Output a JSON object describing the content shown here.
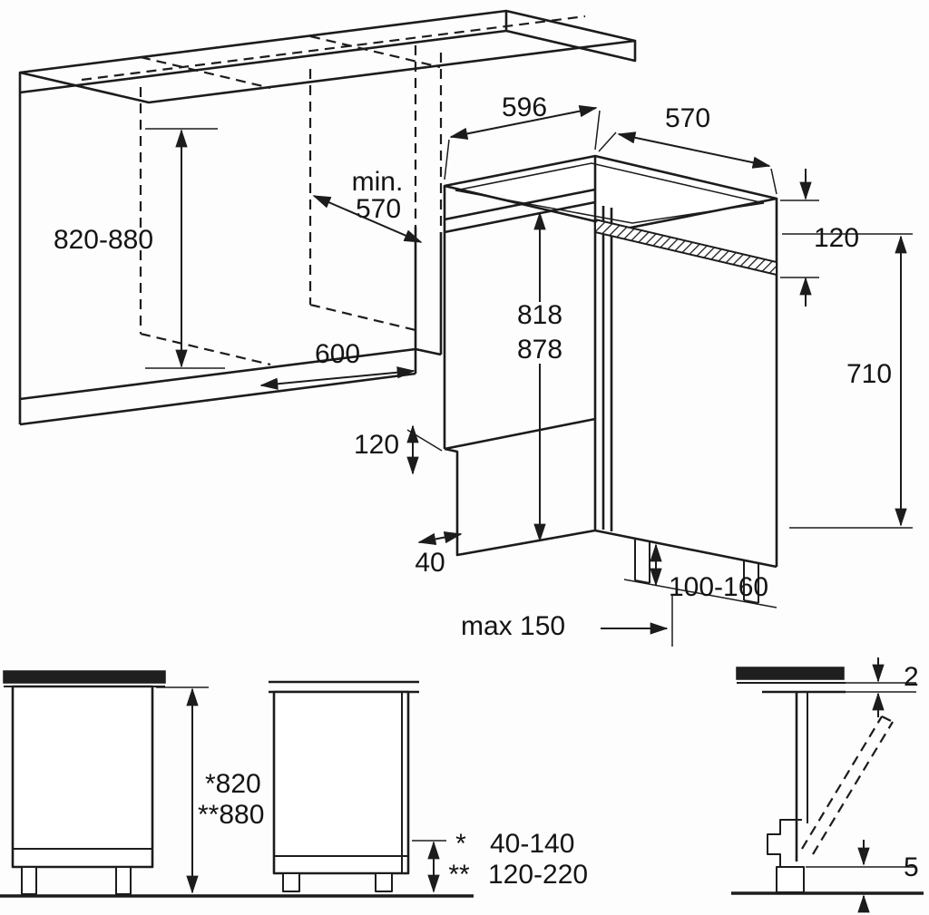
{
  "colors": {
    "line": "#1c1c1c",
    "background": "#fdfdfd",
    "text": "#141414"
  },
  "top_view": {
    "width_596": "596",
    "depth_570": "570",
    "min_label": "min.",
    "min_depth_570": "570",
    "niche_height": "820-880",
    "panel_height_120": "120",
    "appliance_height_818": "818",
    "appliance_height_878": "878",
    "height_710": "710",
    "niche_width_600": "600",
    "plinth_height_120": "120",
    "plinth_depth_40": "40",
    "feet_range_100_160": "100-160",
    "max_150": "max 150"
  },
  "side_views": {
    "height_star_820": "*820",
    "height_dstar_880": "**880",
    "star": "*",
    "range_star_40_140": "40-140",
    "dstar": "**",
    "range_dstar_120_220": "120-220"
  },
  "detail_view": {
    "gap_top_2": "2",
    "gap_bottom_5": "5"
  }
}
